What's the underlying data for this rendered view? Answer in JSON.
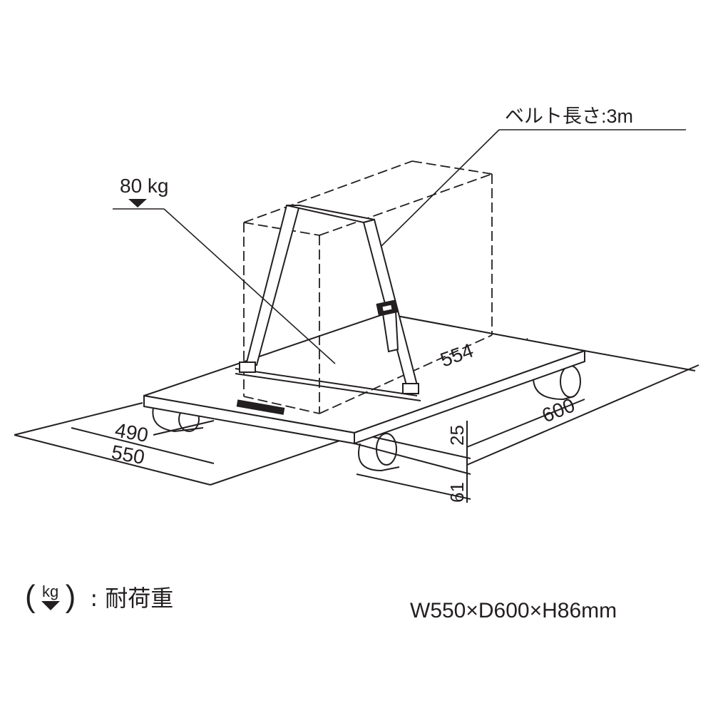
{
  "load": {
    "value_label": "80 kg"
  },
  "belt": {
    "label": "ベルト長さ:3m"
  },
  "dimensions": {
    "d554": "554",
    "d600": "600",
    "d490": "490",
    "d550": "550",
    "d25": "25",
    "d61": "61"
  },
  "legend": {
    "open_paren": "(",
    "unit": "kg",
    "close_paren": ")",
    "text": ": 耐荷重"
  },
  "overall_size": "W550×D600×H86mm"
}
